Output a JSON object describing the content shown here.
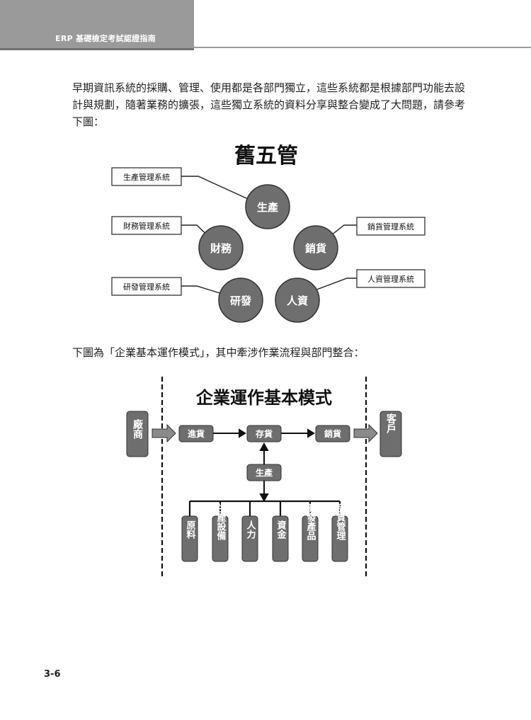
{
  "header": {
    "title": "ERP 基礎檢定考試認證指南"
  },
  "paragraph1": "早期資訊系統的採購、管理、使用都是各部門獨立，這些系統都是根據部門功能去設計與規劃，隨著業務的擴張，這些獨立系統的資料分享與整合變成了大問題，請參考下圖：",
  "diagram1": {
    "title": "舊五管",
    "circles": [
      "生產",
      "財務",
      "銷貨",
      "研發",
      "人資"
    ],
    "systems": [
      "生產管理系統",
      "財務管理系統",
      "銷貨管理系統",
      "研發管理系統",
      "人資管理系統"
    ]
  },
  "paragraph2": "下圖為「企業基本運作模式」，其中牽涉作業流程與部門整合：",
  "diagram2": {
    "title": "企業運作基本模式",
    "supplier": "廠商",
    "customer": "客戶",
    "purchase": "進貨",
    "inventory": "存貨",
    "sales": "銷貨",
    "production": "生產",
    "resources": [
      "原料",
      "生產設備",
      "人力",
      "資金",
      "開發產品",
      "品質管理"
    ]
  },
  "page_number": "3-6"
}
